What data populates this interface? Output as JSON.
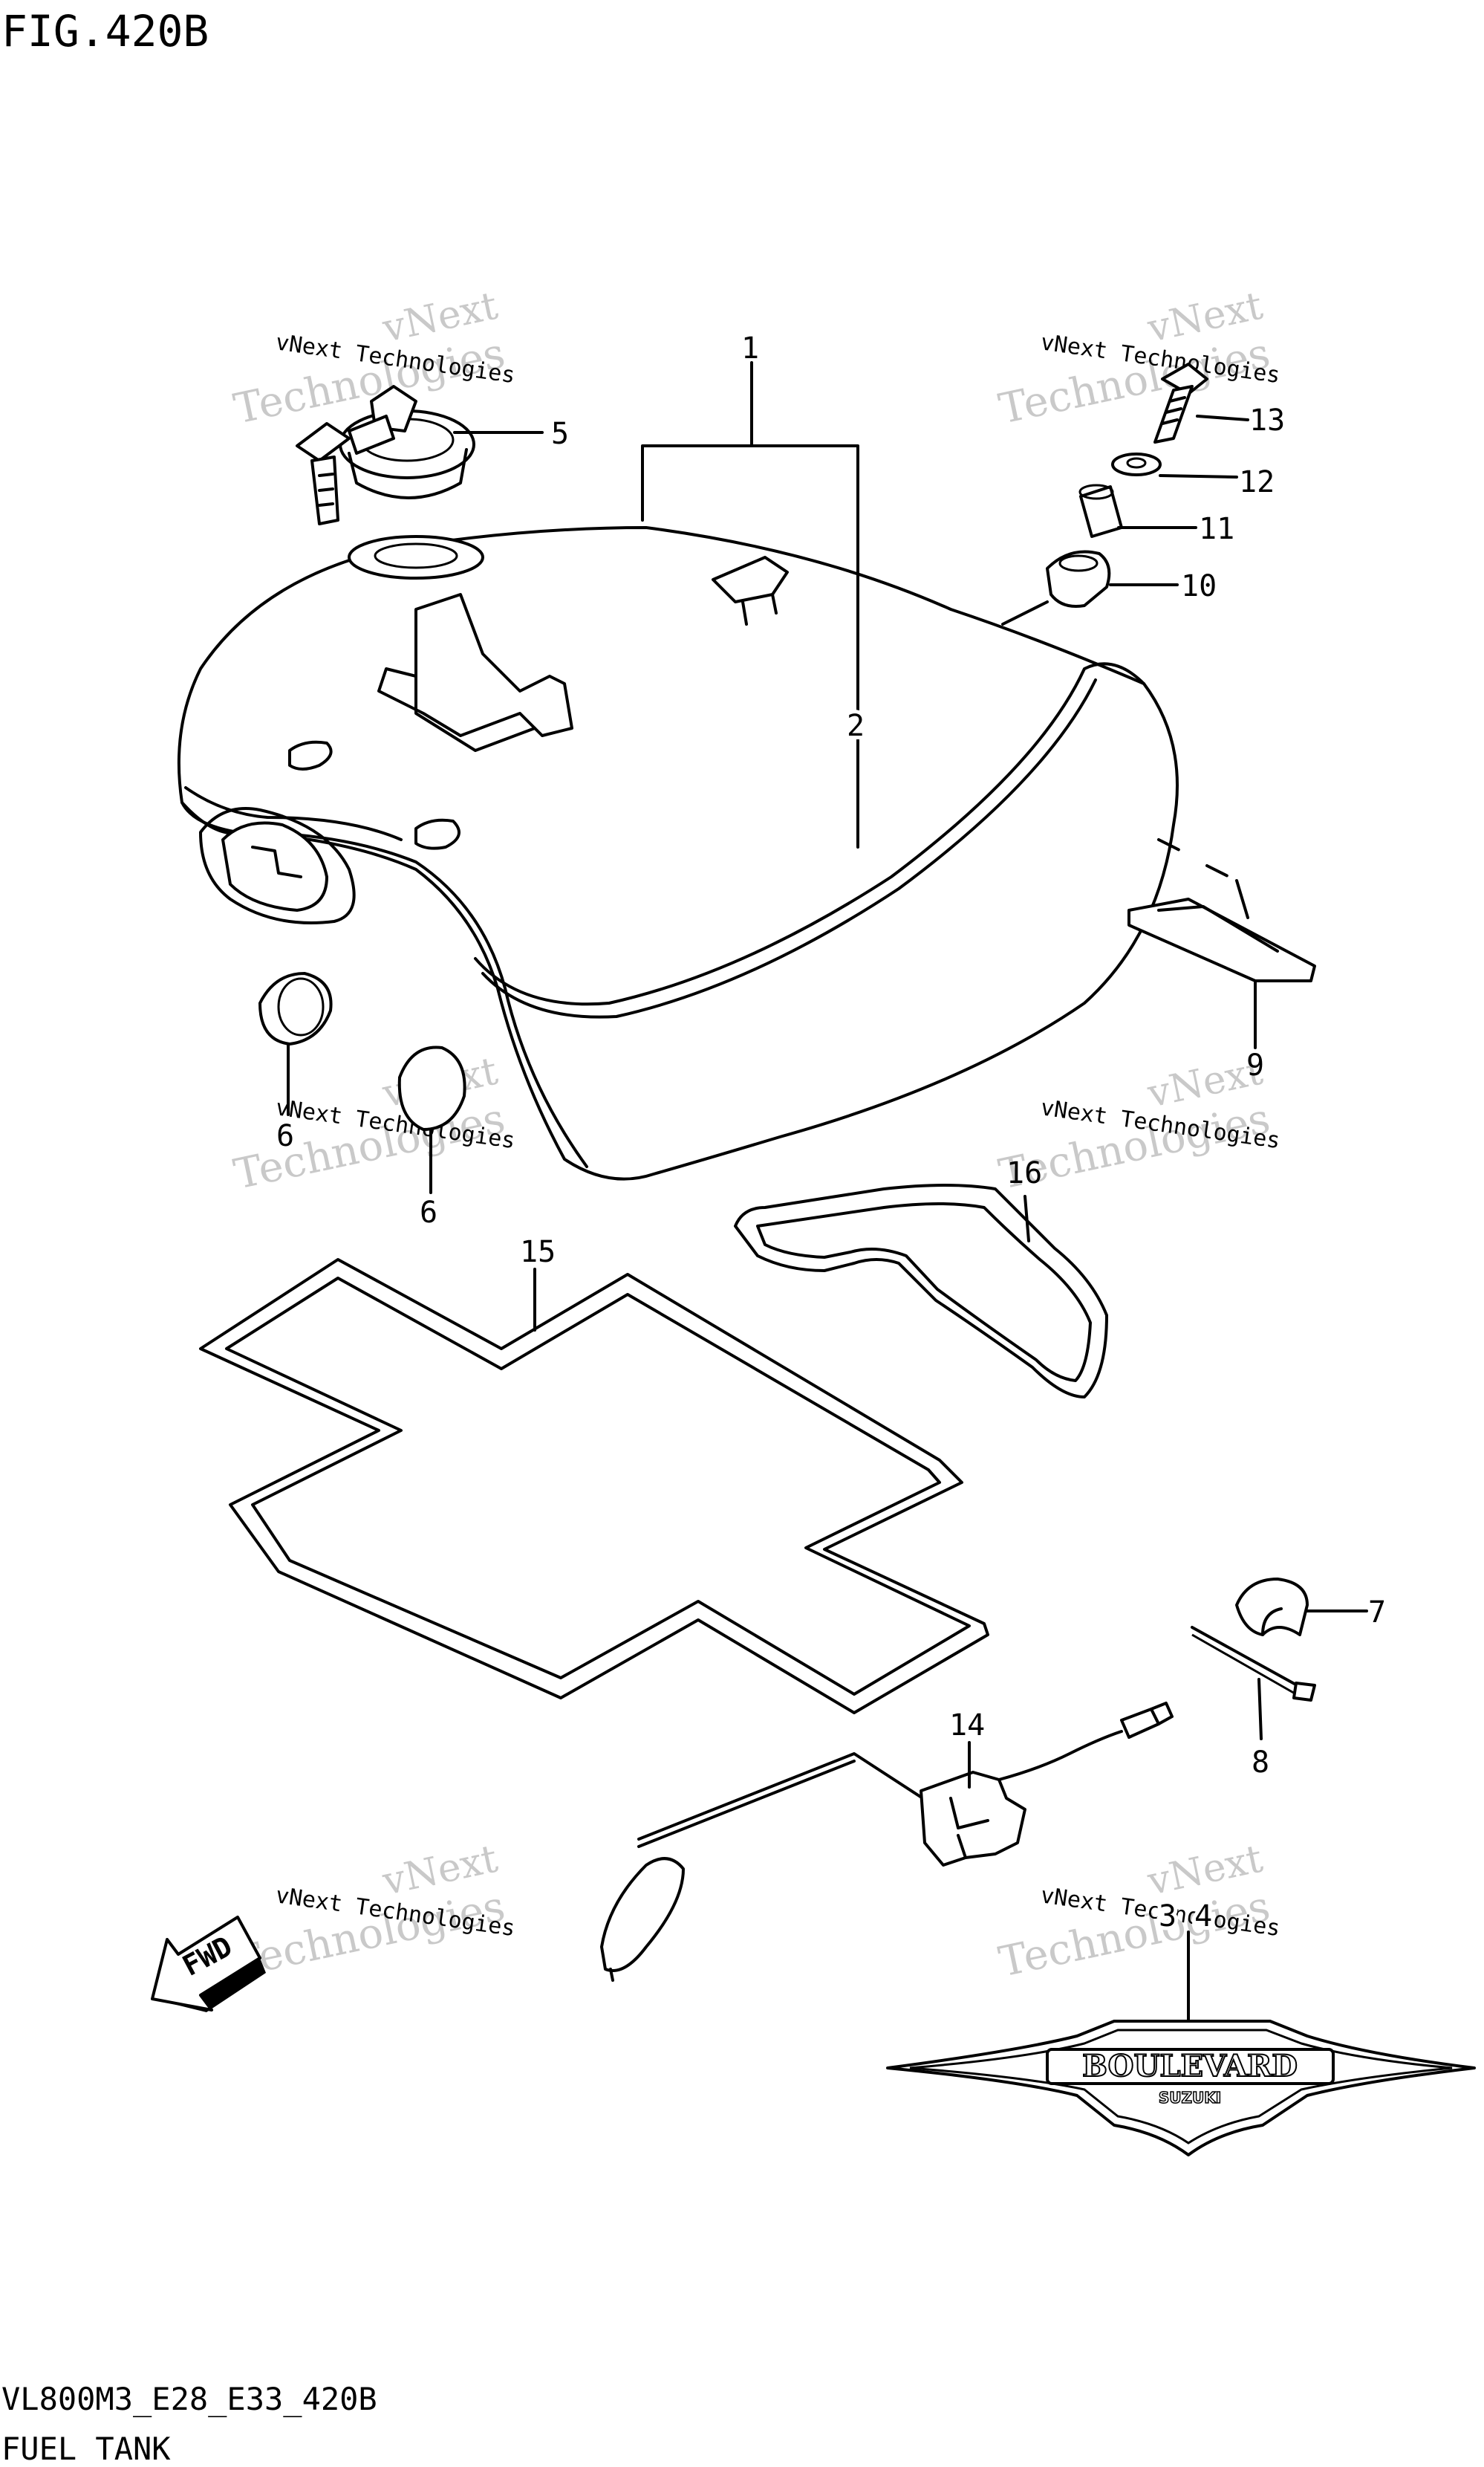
{
  "figure": {
    "title": "FIG.420B",
    "model_code": "VL800M3_E28_E33_420B",
    "caption": "FUEL TANK"
  },
  "direction_marker": {
    "label": "FWD",
    "icon": "fwd-arrow-icon"
  },
  "emblem": {
    "text": "BOULEVARD",
    "subtext": "SUZUKI"
  },
  "watermark": {
    "line1": "vNext Technologies",
    "line2": "vNext",
    "line3": "Technologies"
  },
  "callouts": {
    "c1": "1",
    "c2": "2",
    "c3_4": "3  4",
    "c5": "5",
    "c6a": "6",
    "c6b": "6",
    "c7": "7",
    "c8": "8",
    "c9": "9",
    "c10": "10",
    "c11": "11",
    "c12": "12",
    "c13": "13",
    "c14": "14",
    "c15": "15",
    "c16": "16"
  }
}
